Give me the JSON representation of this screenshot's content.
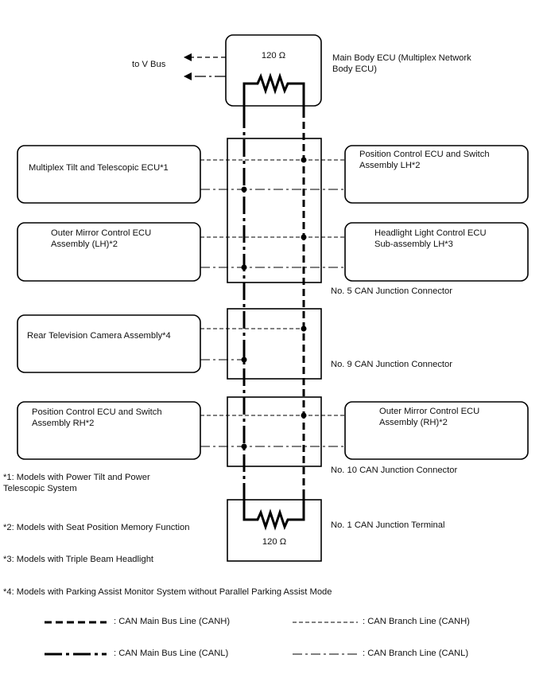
{
  "main_ecu": {
    "resistor": "120 Ω",
    "label": "Main Body ECU (Multiplex Network\nBody ECU)"
  },
  "to_v_bus": "to V Bus",
  "terminal": {
    "resistor": "120 Ω",
    "label": "No. 1 CAN Junction Terminal"
  },
  "junctions": [
    "No. 5 CAN Junction Connector",
    "No. 9 CAN Junction Connector",
    "No. 10 CAN Junction Connector"
  ],
  "ecus": {
    "tilt_telescopic": "Multiplex Tilt and Telescopic ECU*1",
    "position_lh": "Position Control ECU and Switch\nAssembly LH*2",
    "mirror_lh": "Outer Mirror Control ECU\nAssembly (LH)*2",
    "headlight": "Headlight Light Control ECU\nSub-assembly LH*3",
    "camera": "Rear Television Camera Assembly*4",
    "position_rh": "Position Control ECU and Switch\nAssembly RH*2",
    "mirror_rh": "Outer Mirror Control ECU\nAssembly (RH)*2"
  },
  "notes": [
    "*1: Models with Power Tilt and Power\nTelescopic System",
    "*2: Models with Seat Position Memory Function",
    "*3: Models with Triple Beam Headlight",
    "*4: Models with Parking Assist Monitor System without Parallel Parking Assist Mode"
  ],
  "legend": [
    {
      "style": "main-canh",
      "label": ": CAN Main Bus Line (CANH)"
    },
    {
      "style": "branch-canh",
      "label": ": CAN Branch Line (CANH)"
    },
    {
      "style": "main-canl",
      "label": ": CAN Main Bus Line (CANL)"
    },
    {
      "style": "branch-canl",
      "label": ": CAN Branch Line (CANL)"
    }
  ],
  "colors": {
    "line": "#000000",
    "background": "#ffffff"
  }
}
